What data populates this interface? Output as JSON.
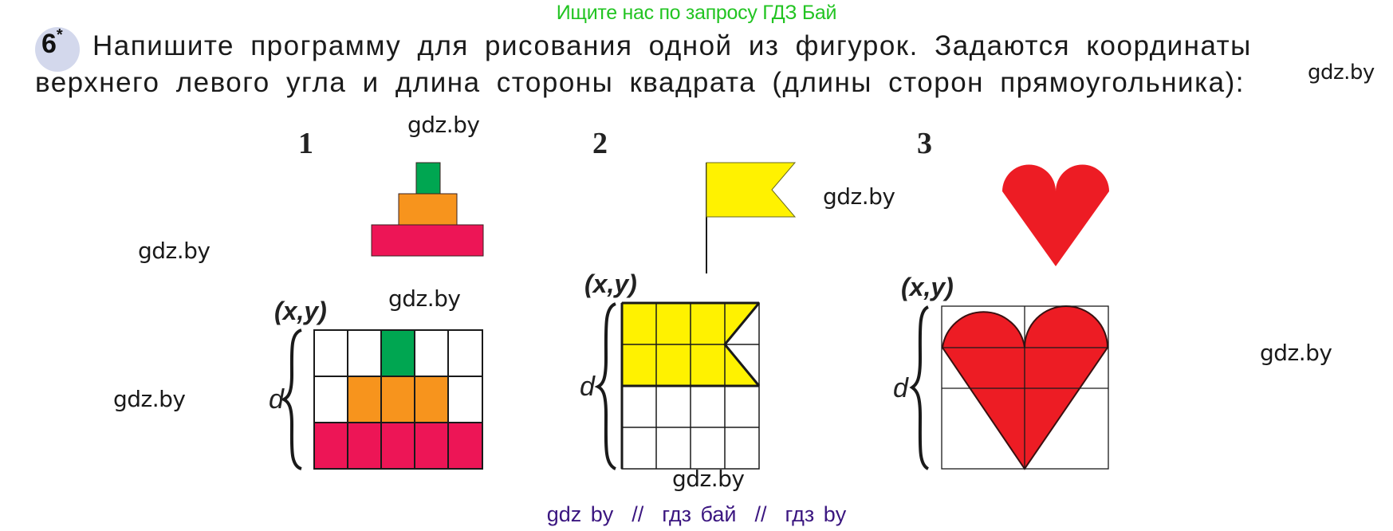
{
  "watermark_top": "Ищите нас по запросу ГДЗ Бай",
  "task": {
    "number": "6",
    "marker": "*",
    "line1": "Напишите программу для рисования одной из фигурок. Задаются координаты",
    "line2": "верхнего левого угла и длина стороны квадрата (длины сторон прямоугольника):"
  },
  "watermarks": {
    "w1": "gdz.by",
    "w2": "gdz.by",
    "w3": "gdz.by",
    "w4": "gdz.by",
    "w5": "gdz.by",
    "w6": "gdz.by",
    "w7": "gdz.by",
    "w8": "gdz.by"
  },
  "figures": [
    {
      "number": "1",
      "name": "pyramid",
      "coord_label": "(x,y)",
      "size_label": "d",
      "grid": {
        "cols": 5,
        "rows": 3
      },
      "colors": {
        "top": "#00a651",
        "middle": "#f7941d",
        "bottom": "#ed1556"
      }
    },
    {
      "number": "2",
      "name": "flag",
      "coord_label": "(x,y)",
      "size_label": "d",
      "grid": {
        "cols": 4,
        "rows": 4
      },
      "colors": {
        "flag": "#fff200",
        "pole": "#1a1a1a"
      }
    },
    {
      "number": "3",
      "name": "heart",
      "coord_label": "(x,y)",
      "size_label": "d",
      "grid": {
        "cols": 2,
        "rows": 2
      },
      "colors": {
        "heart": "#ed1c24"
      }
    }
  ],
  "footer": "gdz by  //  гдз бай  //  гдз by"
}
